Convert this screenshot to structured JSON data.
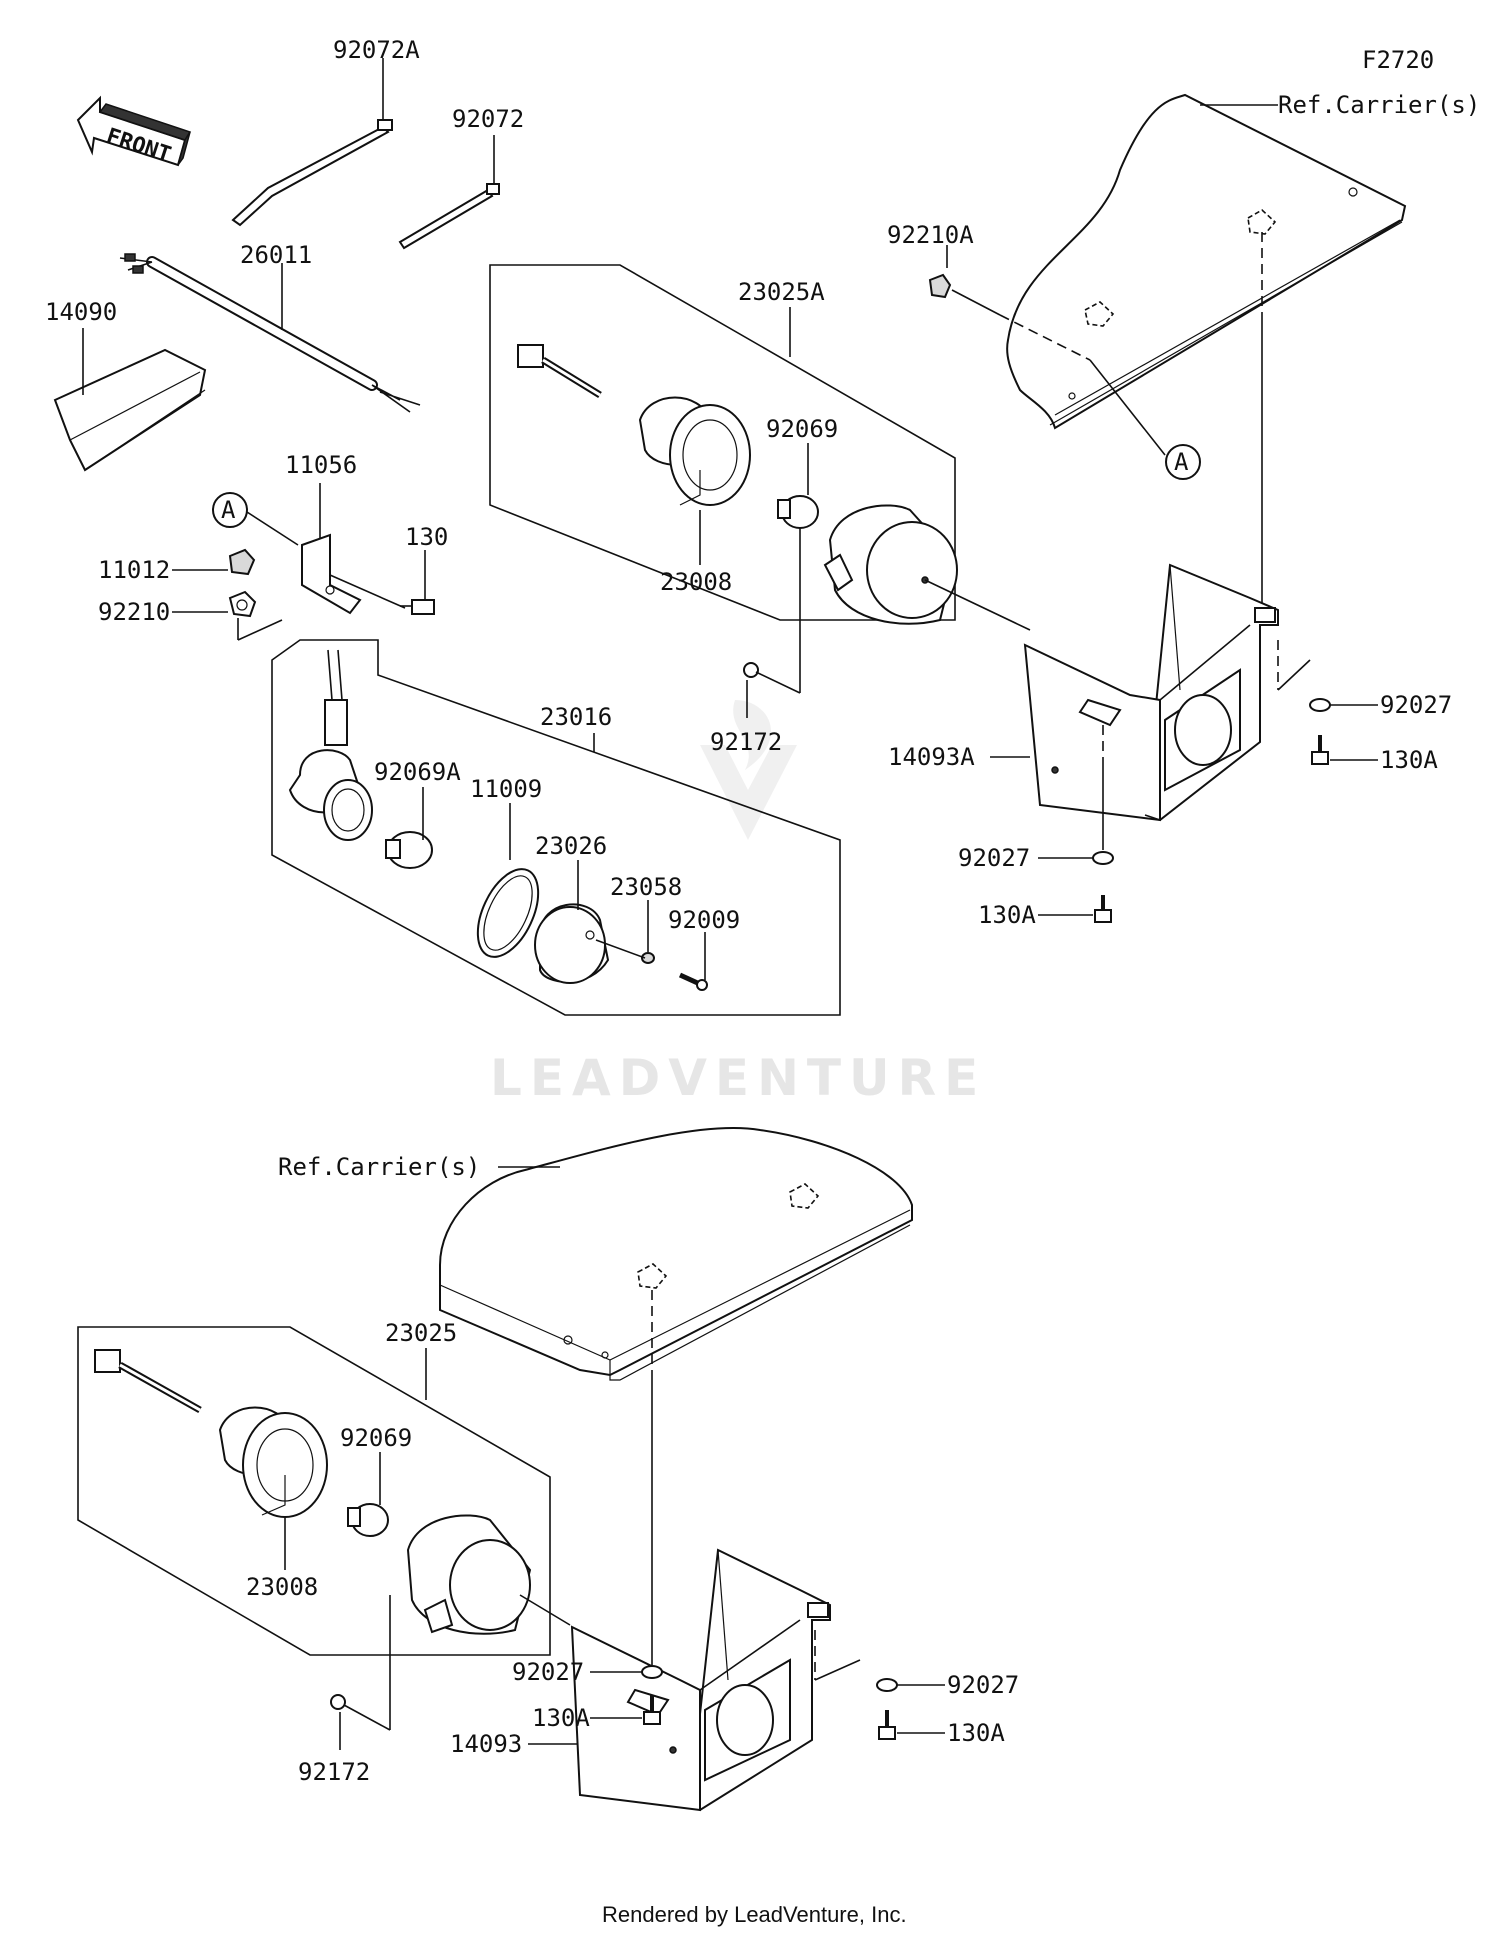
{
  "diagram": {
    "figure_code": "F2720",
    "front_marker": "FRONT",
    "watermark": "LEADVENTURE",
    "footer": "Rendered by LeadVenture, Inc.",
    "ref_labels": {
      "carrier_top": "Ref.Carrier(s)",
      "carrier_bottom": "Ref.Carrier(s)"
    },
    "callouts": {
      "a_top_right": "A",
      "a_left": "A"
    },
    "parts": {
      "p_92072A": "92072A",
      "p_92072": "92072",
      "p_26011": "26011",
      "p_14090": "14090",
      "p_23025A": "23025A",
      "p_92210A": "92210A",
      "p_92069_top": "92069",
      "p_23008_top": "23008",
      "p_11056": "11056",
      "p_11012": "11012",
      "p_92210": "92210",
      "p_130": "130",
      "p_23016": "23016",
      "p_92172_top": "92172",
      "p_92027_r1": "92027",
      "p_130A_r1": "130A",
      "p_14093A": "14093A",
      "p_92027_r2": "92027",
      "p_130A_r2": "130A",
      "p_92069A": "92069A",
      "p_11009": "11009",
      "p_23026": "23026",
      "p_23058": "23058",
      "p_92009": "92009",
      "p_23025": "23025",
      "p_92069_bot": "92069",
      "p_23008_bot": "23008",
      "p_92172_bot": "92172",
      "p_92027_b1": "92027",
      "p_130A_b1": "130A",
      "p_14093": "14093",
      "p_92027_b2": "92027",
      "p_130A_b2": "130A"
    }
  }
}
